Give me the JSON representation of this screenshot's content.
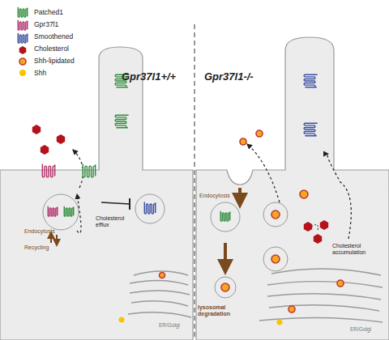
{
  "diagram": {
    "labels": [
      "Gpr37l1+/+",
      "Gpr37l1-/-",
      "Endocytosis",
      "Recycling",
      "Cholesterol efflux",
      "ER/Golgi",
      "Endocytosis",
      "lysosomal degradation",
      "Cholesterol accumulation",
      "ER/Golgi"
    ],
    "legend": [
      {
        "text": "Patched1"
      },
      {
        "text": "Gpr37l1"
      },
      {
        "text": "Smoothened"
      },
      {
        "text": "Cholesterol"
      },
      {
        "text": "Shh-lipidated"
      },
      {
        "text": "Shh"
      }
    ]
  }
}
